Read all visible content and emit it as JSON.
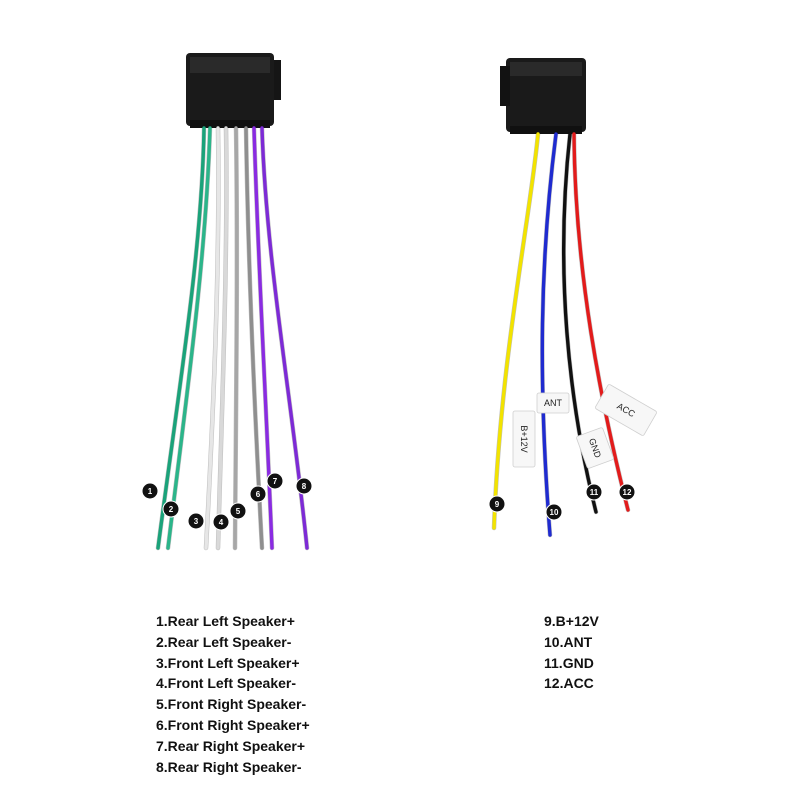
{
  "connectors": {
    "speaker": {
      "wires": [
        {
          "number": "1",
          "color": "#1aa37a"
        },
        {
          "number": "2",
          "color": "#2bb58a"
        },
        {
          "number": "3",
          "color": "#e6e6e6"
        },
        {
          "number": "4",
          "color": "#d9d9d9"
        },
        {
          "number": "5",
          "color": "#a7a7a7"
        },
        {
          "number": "6",
          "color": "#8f8f8f"
        },
        {
          "number": "7",
          "color": "#8a2be2"
        },
        {
          "number": "8",
          "color": "#7d2ad6"
        }
      ]
    },
    "power": {
      "wires": [
        {
          "number": "9",
          "color": "#f2e300",
          "tag": "B+12V"
        },
        {
          "number": "10",
          "color": "#1f2bd0",
          "tag": "ANT"
        },
        {
          "number": "11",
          "color": "#111111",
          "tag": "GND"
        },
        {
          "number": "12",
          "color": "#e31b1b",
          "tag": "ACC"
        }
      ]
    }
  },
  "legend": {
    "left": [
      "1.Rear Left Speaker+",
      "2.Rear Left Speaker-",
      "3.Front Left Speaker+",
      "4.Front Left Speaker-",
      "5.Front Right Speaker-",
      "6.Front Right Speaker+",
      "7.Rear Right Speaker+",
      "8.Rear Right Speaker-"
    ],
    "right": [
      "9.B+12V",
      "10.ANT",
      "11.GND",
      "12.ACC"
    ]
  },
  "colors": {
    "connector_body": "#1a1a1a",
    "badge_fill": "#111111",
    "badge_text": "#ffffff",
    "tag_fill": "#f7f7f7"
  }
}
